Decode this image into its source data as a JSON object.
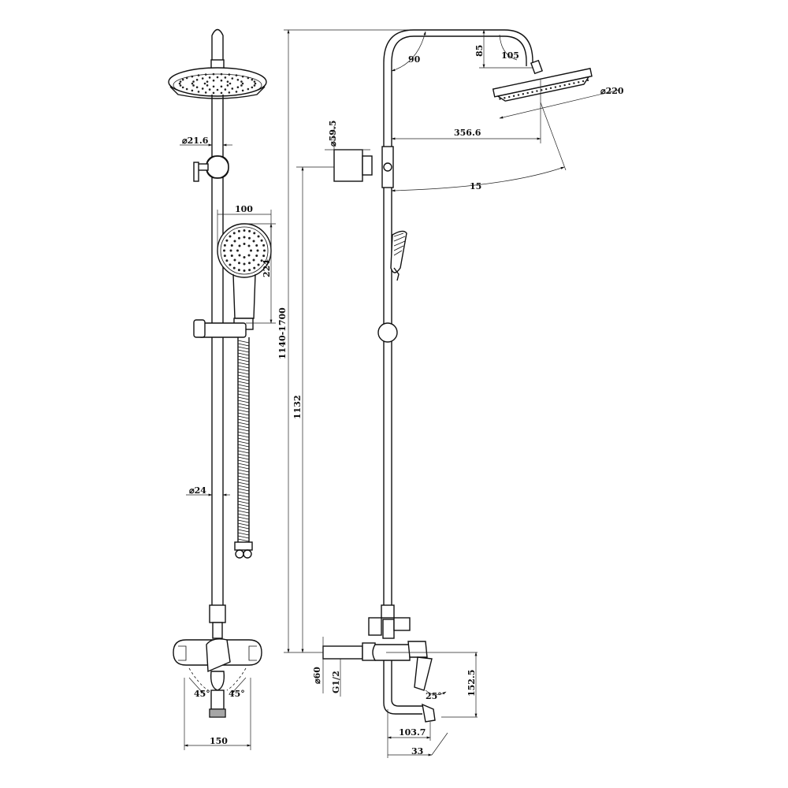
{
  "views": {
    "front": {
      "dimensions": {
        "rod_diameter": "⌀21.6",
        "hand_shower_width": "100",
        "hand_shower_height": "224",
        "rail_diameter": "⌀24",
        "lever_angle_left": "45°",
        "lever_angle_right": "45°",
        "mixer_width": "150"
      }
    },
    "side": {
      "dimensions": {
        "total_height": "1140-1700",
        "bend_angle": "90",
        "arm_drop": "85",
        "arm_offset": "105",
        "head_diameter": "⌀220",
        "arm_reach": "356.6",
        "holder_diameter": "⌀59.5",
        "tilt_angle": "15",
        "pipe_height": "1132",
        "inlet_diameter": "⌀60",
        "inlet_thread": "G1/2",
        "lever_angle": "25°",
        "spout_height": "152.5",
        "spout_reach": "103.7",
        "spout_angle": "33"
      }
    }
  }
}
